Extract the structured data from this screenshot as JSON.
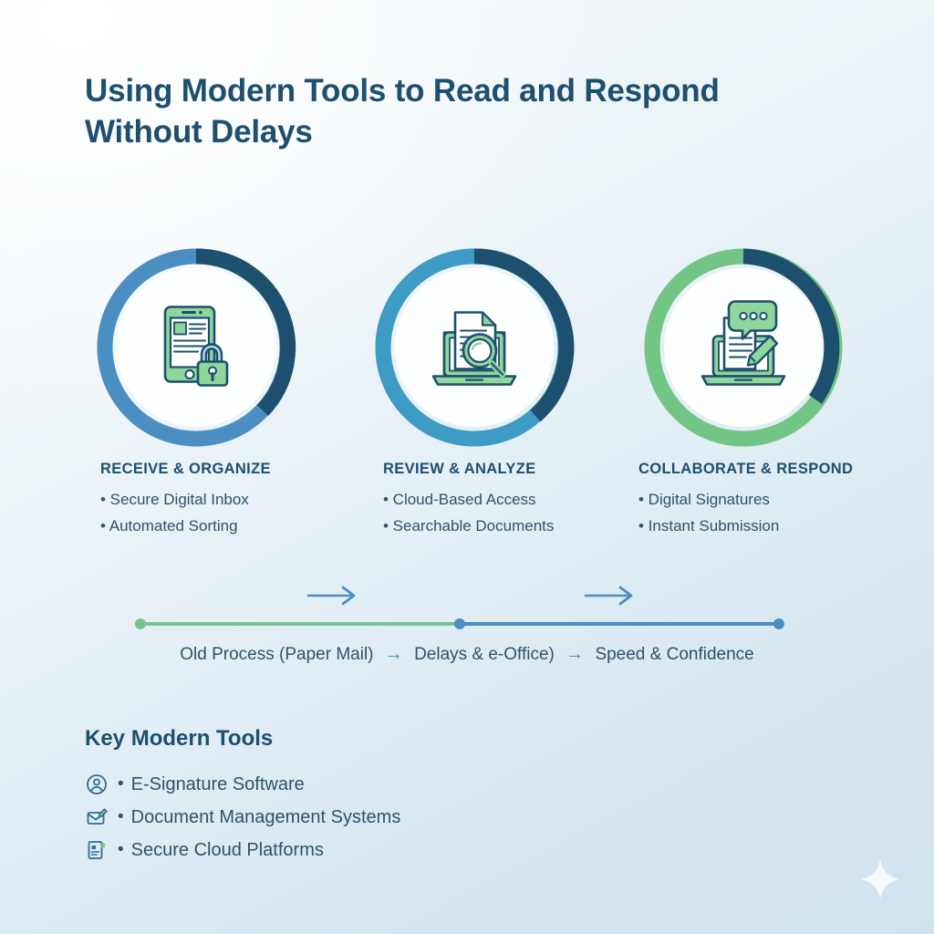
{
  "title": "Using Modern Tools to Read and Respond Without Delays",
  "colors": {
    "navy": "#1d4f6e",
    "blue": "#4a8ec2",
    "teal_blue": "#3d9bc4",
    "green": "#72c585",
    "body_text": "#2d5468",
    "card_face": "#fdfefe",
    "background_top": "#fafbfc",
    "background_bottom": "#d4e6f0"
  },
  "steps": [
    {
      "icon": "tablet-with-lock-icon",
      "heading": "RECEIVE & ORGANIZE",
      "bullets": [
        "• Secure Digital Inbox",
        "• Automated Sorting"
      ],
      "ring_primary": "#4a8ec2",
      "ring_accent": "#1d4f6e"
    },
    {
      "icon": "laptop-document-magnifier-icon",
      "heading": "REVIEW & ANALYZE",
      "bullets": [
        "• Cloud-Based Access",
        "• Searchable Documents"
      ],
      "ring_primary": "#3d9bc4",
      "ring_accent": "#1d4f6e"
    },
    {
      "icon": "laptop-chat-pencil-icon",
      "heading": "COLLABORATE & RESPOND",
      "bullets": [
        "• Digital Signatures",
        "• Instant Submission"
      ],
      "ring_primary": "#72c585",
      "ring_accent": "#1d4f6e"
    }
  ],
  "arrows": {
    "between_1_2": "arrow-right-icon",
    "between_2_3": "arrow-right-icon"
  },
  "timeline": {
    "stages": [
      "Old Process (Paper Mail)",
      "Delays & e-Office)",
      "Speed & Confidence"
    ],
    "arrow_glyph": "→",
    "dot_colors": [
      "#79c28e",
      "#4a8ec2",
      "#4a8ec2"
    ],
    "segment_colors": [
      "#79c28e",
      "#4a8ec2"
    ]
  },
  "tools": {
    "heading": "Key Modern Tools",
    "items": [
      {
        "icon": "person-circle-icon",
        "bullet": "•",
        "label": "E-Signature Software"
      },
      {
        "icon": "envelope-pencil-icon",
        "bullet": "•",
        "label": "Document Management Systems"
      },
      {
        "icon": "document-checklist-icon",
        "bullet": "•",
        "label": "Secure Cloud Platforms"
      }
    ]
  },
  "decoration": {
    "sparkle": "four-point-star-icon"
  }
}
